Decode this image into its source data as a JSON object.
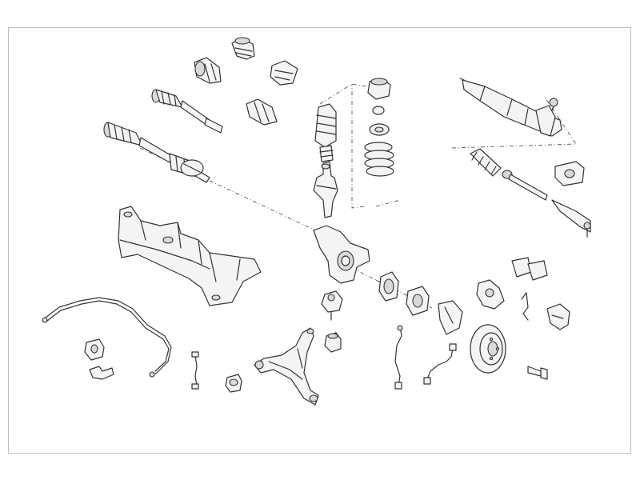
{
  "diagram": {
    "kind": "exploded-parts",
    "line_color": "#333333",
    "fill_color": "#f4f4f4",
    "frame_color": "#bdbdbd",
    "parts": [
      "cv-boot-small",
      "cv-boot-large",
      "cv-boot-left",
      "cv-boot-right",
      "drive-shaft-short",
      "drive-shaft-long",
      "cv-joint",
      "shock-absorber",
      "coil-spring",
      "strut-top-mount",
      "bump-stop",
      "steering-rack",
      "rack-boot",
      "tie-rod",
      "tie-rod-end",
      "rack-mount-bushing",
      "subframe",
      "steering-knuckle",
      "wheel-bearing",
      "hub-flange",
      "brake-caliper",
      "brake-pads",
      "brake-shoe-plate",
      "brake-disc",
      "wheel-bolt",
      "abs-sensor-wire",
      "brake-hose",
      "sway-bar",
      "sway-bar-bushing",
      "sway-bar-bracket",
      "sway-bar-link",
      "ball-joint",
      "control-arm",
      "control-arm-bushing",
      "control-arm-bushing-2",
      "pad-clip",
      "caliper-bracket"
    ]
  }
}
